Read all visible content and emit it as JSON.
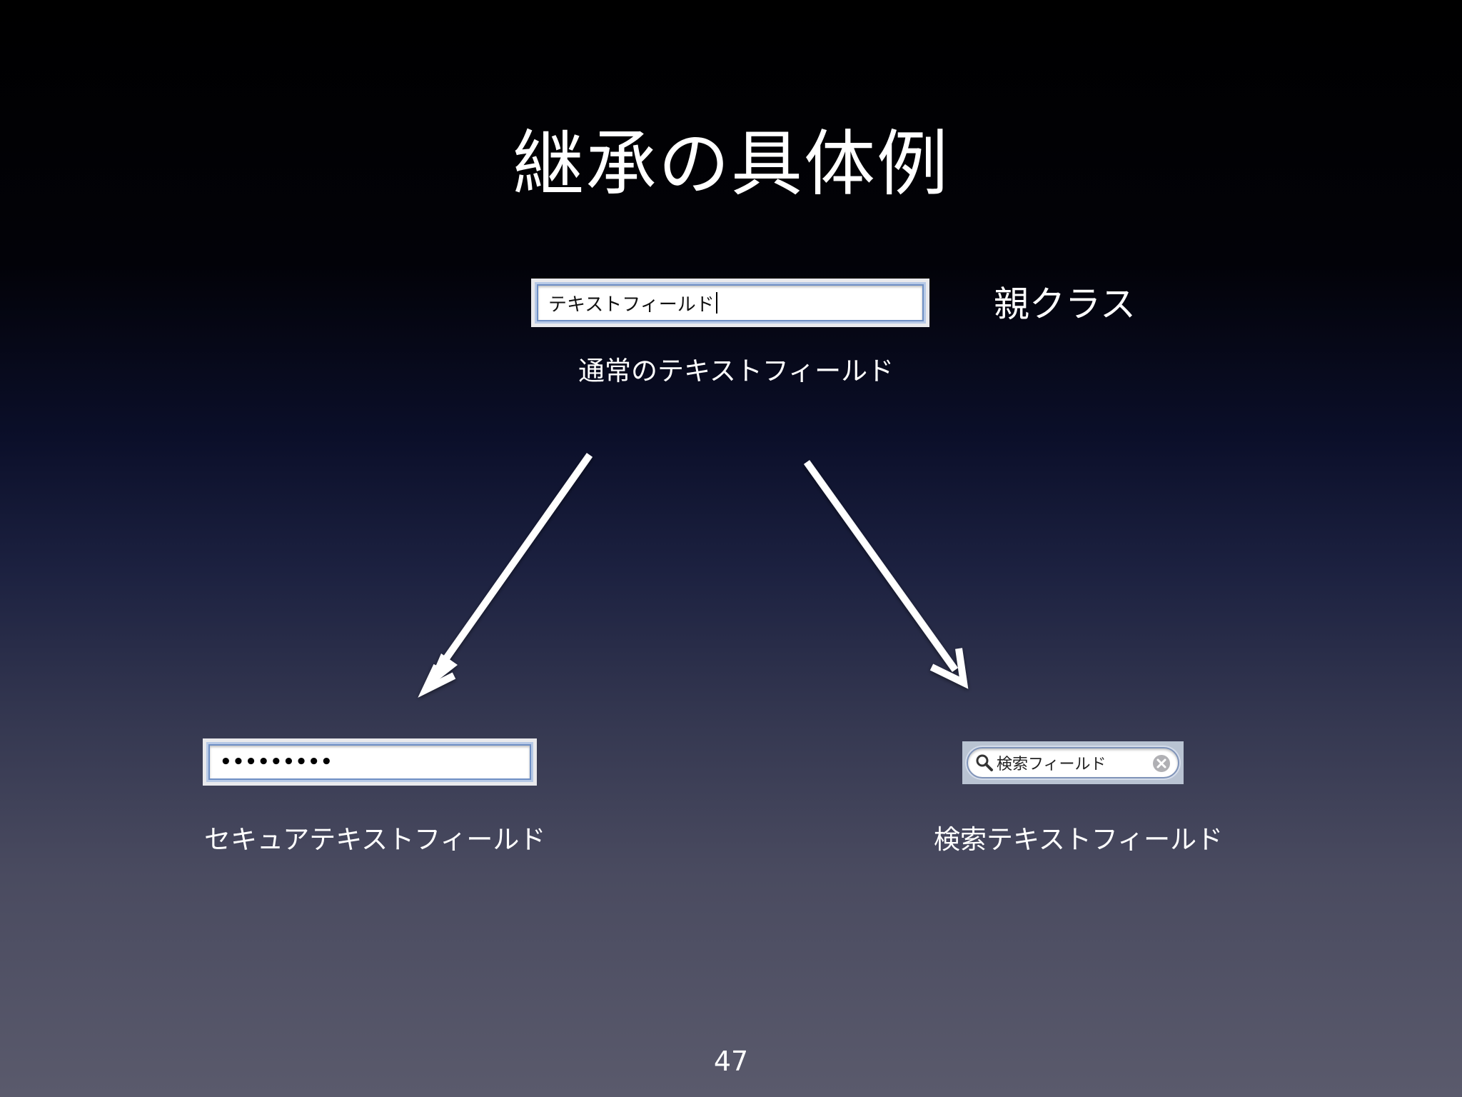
{
  "slide": {
    "title": "継承の具体例",
    "parent_label": "親クラス",
    "page_number": "47"
  },
  "parent_field": {
    "value": "テキストフィールド",
    "caption": "通常のテキストフィールド"
  },
  "secure_field": {
    "value": "•••••••••",
    "caption": "セキュアテキストフィールド"
  },
  "search_field": {
    "value": "検索フィールド",
    "caption": "検索テキストフィールド"
  },
  "icons": {
    "search": "magnifier-icon",
    "clear": "clear-x-icon",
    "arrows": "arrow-down-left, arrow-down-right"
  },
  "colors": {
    "field_border": "#6f8fc4",
    "field_glow": "#b7c9e6",
    "text": "#ffffff"
  }
}
